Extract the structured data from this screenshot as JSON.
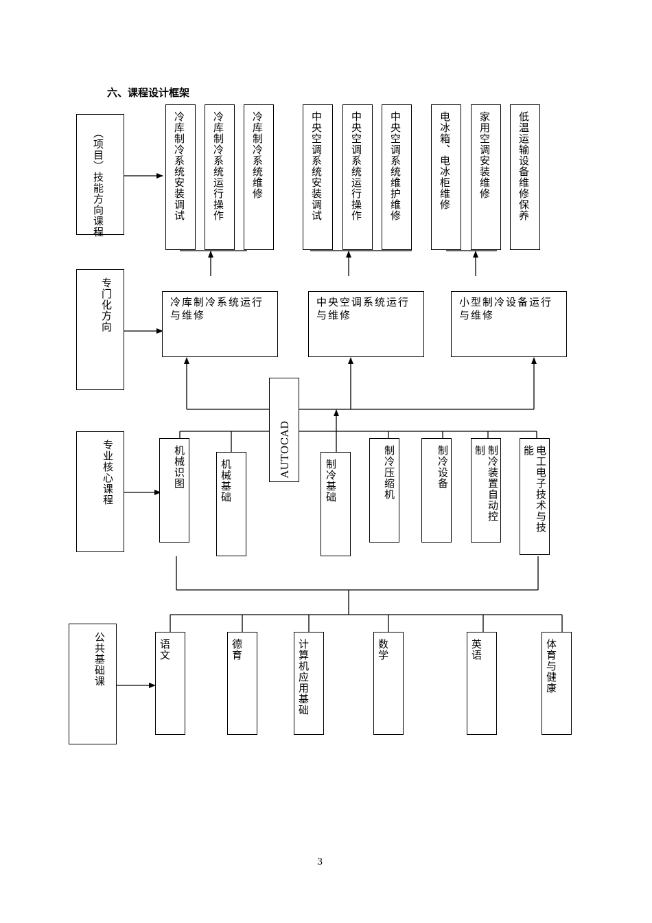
{
  "section_title": "六、课程设计框架",
  "page_number": "3",
  "rows": {
    "skill": {
      "label": "（项目）技能方向课程",
      "label_lines": [
        "（项目）",
        "技能方向",
        "课程"
      ],
      "courses": [
        "冷库制冷系统安装调试",
        "冷库制冷系统运行操作",
        "冷库制冷系统维修",
        "中央空调系统安装调试",
        "中央空调系统运行操作",
        "中央空调系统维护维修",
        "电冰箱、电冰柜维修",
        "家用空调安装维修",
        "低温运输设备维修保养"
      ]
    },
    "specialized": {
      "label": "专门化方向",
      "courses": [
        "冷库制冷系统运行与维修",
        "中央空调系统运行与维修",
        "小型制冷设备运行与维修"
      ],
      "course_lines": [
        [
          "冷库制冷系统运行",
          "与维修"
        ],
        [
          "中央空调系统运行",
          "与维修"
        ],
        [
          "小型制冷设备运行",
          "与维修"
        ]
      ]
    },
    "core": {
      "label": "专业核心课程",
      "label_lines": [
        "专业核",
        "心课程"
      ],
      "courses": [
        "机械识图",
        "机械基础",
        "AUTOCAD",
        "制冷基础",
        "制冷压缩机",
        "制冷设备",
        "制冷装置自动控",
        "电工电子技术与技能"
      ],
      "course_columns": [
        [
          "机械识图"
        ],
        [
          "机械基础"
        ],
        [
          "AUTOCAD"
        ],
        [
          "制冷基础"
        ],
        [
          "制冷压缩机"
        ],
        [
          "制冷设备"
        ],
        [
          "制",
          "制冷装置自动控"
        ],
        [
          "能",
          "电工电子技术与技"
        ]
      ]
    },
    "public": {
      "label": "公共基础课",
      "label_lines": [
        "公共",
        "基础课"
      ],
      "courses": [
        "语文",
        "德育",
        "计算机应用基础",
        "数学",
        "英语",
        "体育与健康"
      ]
    }
  }
}
